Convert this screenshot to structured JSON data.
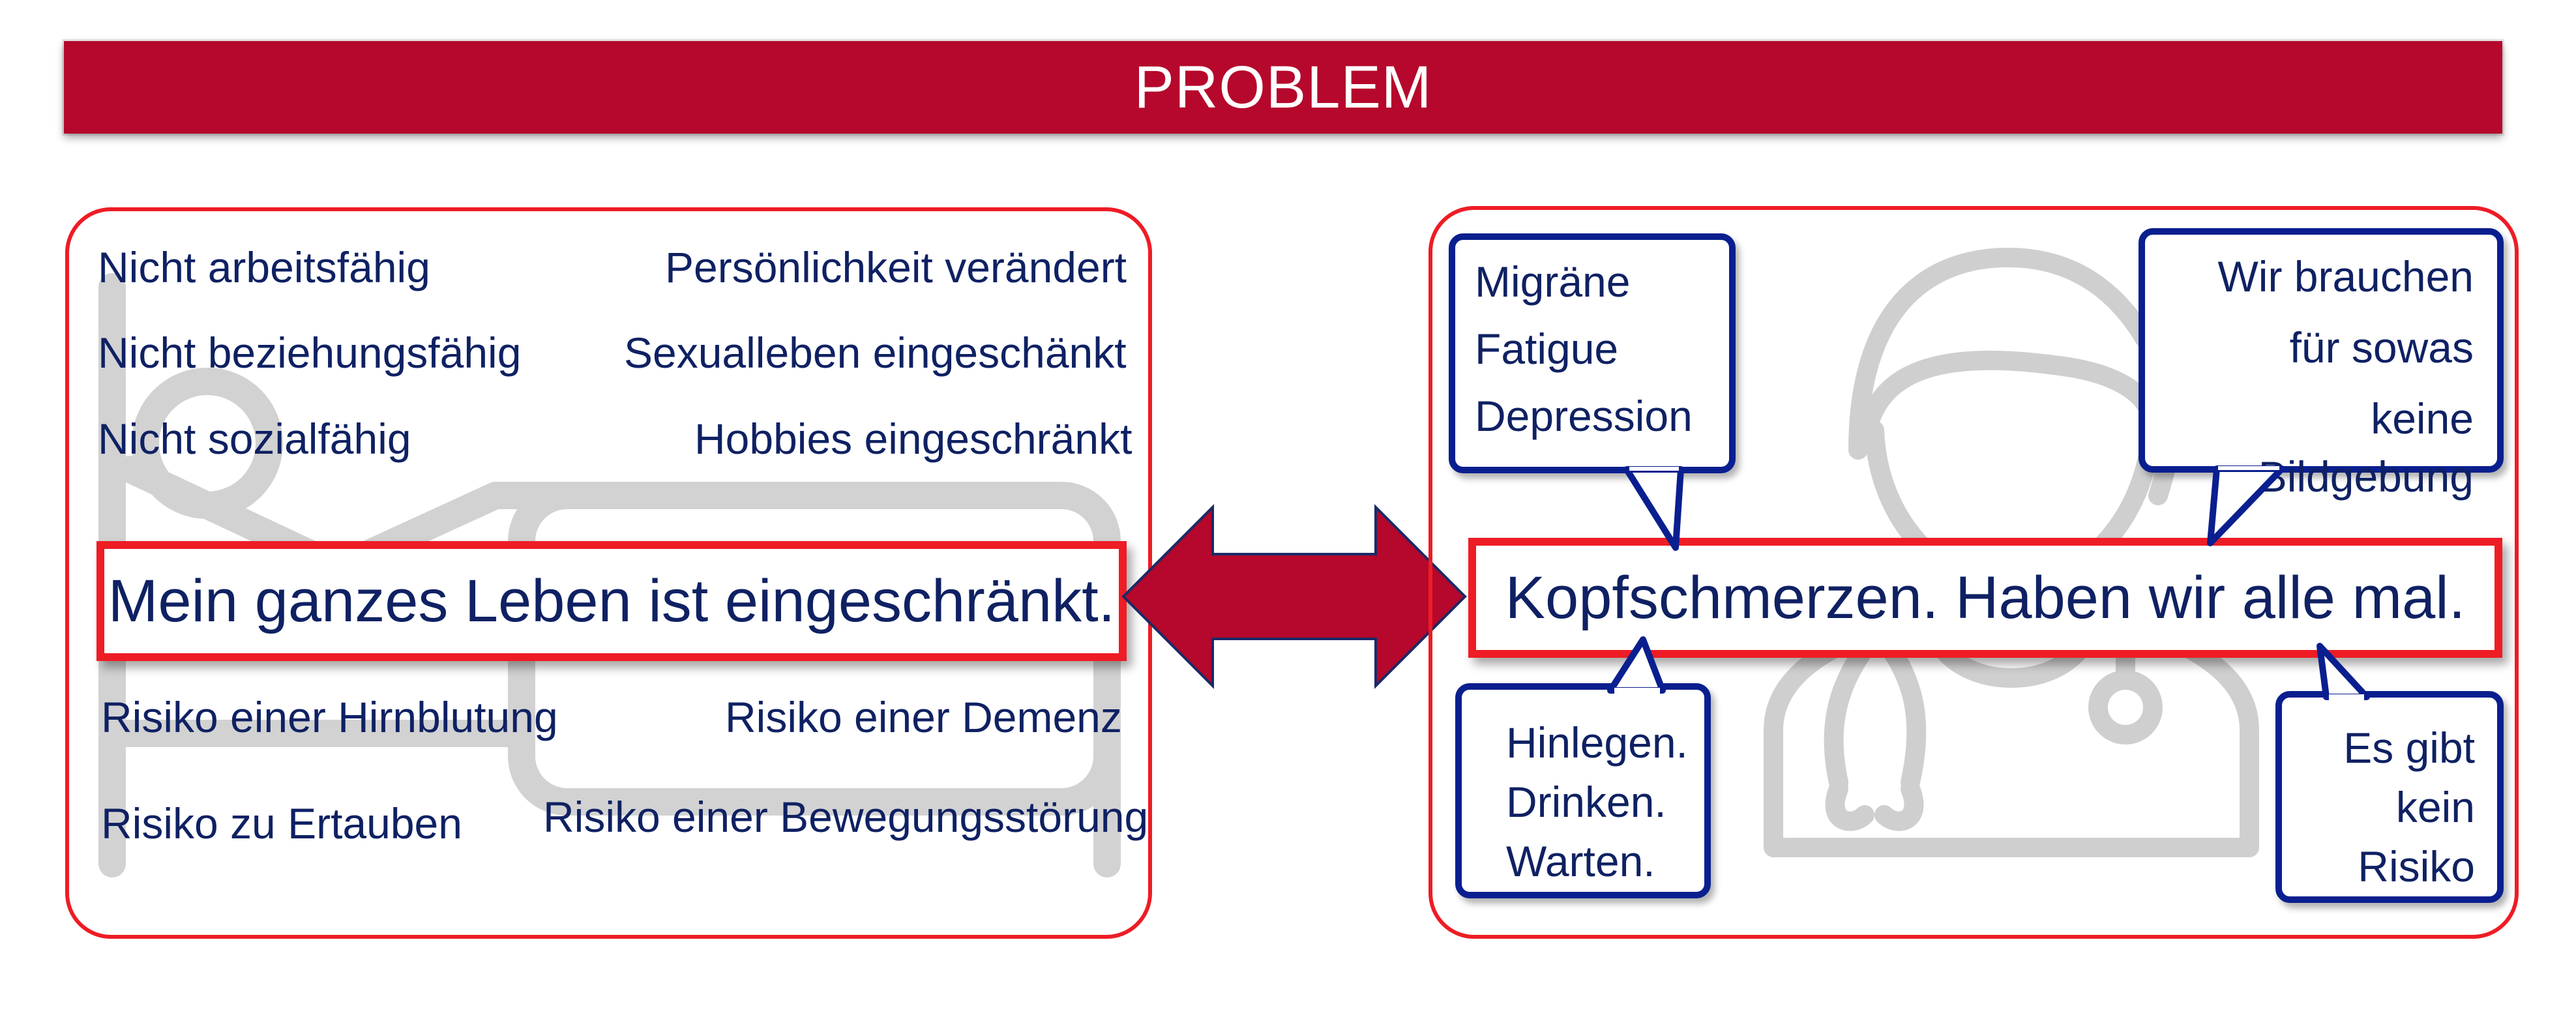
{
  "banner": {
    "title": "PROBLEM"
  },
  "left": {
    "items": {
      "a": "Nicht arbeitsfähig",
      "b": "Persönlichkeit verändert",
      "c": "Nicht beziehungsfähig",
      "d": "Sexualleben eingeschänkt",
      "e": "Nicht sozialfähig",
      "f": "Hobbies eingeschränkt",
      "g": "Risiko einer Hirnblutung",
      "h": "Risiko einer Demenz",
      "i": "Risiko zu Ertauben",
      "j": "Risiko einer Bewegungsstörung"
    },
    "main": "Mein ganzes Leben ist eingeschränkt.",
    "icon": "person-in-bed-icon"
  },
  "right": {
    "main": "Kopfschmerzen. Haben wir alle mal.",
    "icon": "doctor-icon",
    "bubble_symptoms": [
      "Migräne",
      "Fatigue",
      "Depression"
    ],
    "bubble_imaging": [
      "Wir brauchen",
      "für sowas",
      "keine Bildgebung"
    ],
    "bubble_advice": [
      "Hinlegen.",
      "Drinken.",
      "Warten."
    ],
    "bubble_risk": [
      "Es gibt",
      "kein",
      "Risiko"
    ]
  },
  "arrow": {
    "icon": "double-arrow-icon"
  },
  "colors": {
    "banner": "#b5082c",
    "panel_border": "#ee1c25",
    "text": "#0f2163",
    "bubble_border": "#0a1f8f",
    "arrow": "#b5082c",
    "icon_gray": "#d0d0d0"
  }
}
